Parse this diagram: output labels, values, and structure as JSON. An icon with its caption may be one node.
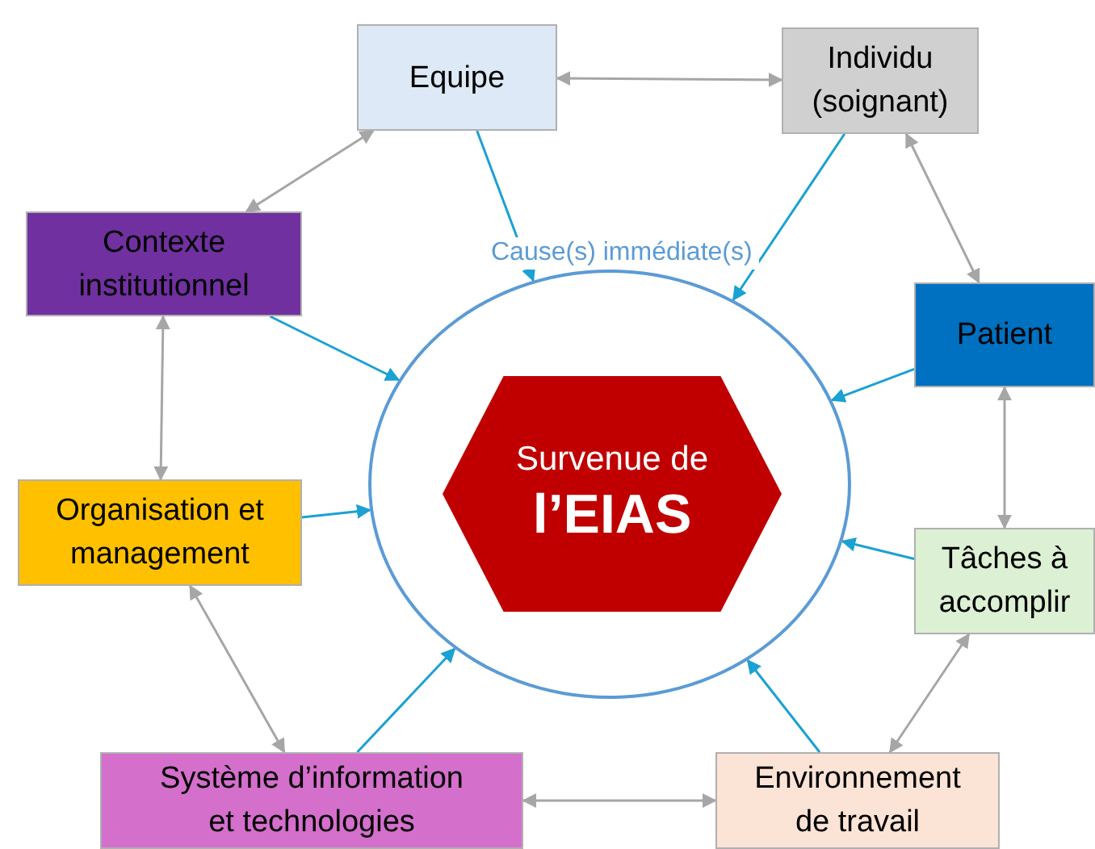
{
  "diagram": {
    "nodes": [
      {
        "text": [
          "Equipe"
        ]
      },
      {
        "text": [
          "Individu (soignant)"
        ]
      },
      {
        "text": [
          "Contexte institutionnel"
        ]
      },
      {
        "text": [
          "Patient"
        ]
      },
      {
        "text": [
          "Organisation et management"
        ]
      },
      {
        "text": [
          "Tâches à accomplir"
        ]
      },
      {
        "text": [
          "Système d’information et technologies"
        ]
      },
      {
        "text": [
          "Environnement de travail"
        ]
      },
      {
        "text": [
          "Cause(s) immédiate(s)"
        ]
      },
      {
        "text": [
          "Survenue de",
          "l’EIAS"
        ],
        "in": 8
      }
    ],
    "edges": [
      {
        "from": 0,
        "to": 1,
        "arrow": "both",
        "color": "#a6a6a6"
      },
      {
        "from": 0,
        "to": 2,
        "arrow": "both",
        "color": "#a6a6a6"
      },
      {
        "from": 1,
        "to": 3,
        "arrow": "both",
        "color": "#a6a6a6"
      },
      {
        "from": 2,
        "to": 4,
        "arrow": "both",
        "color": "#a6a6a6"
      },
      {
        "from": 3,
        "to": 5,
        "arrow": "both",
        "color": "#a6a6a6"
      },
      {
        "from": 4,
        "to": 6,
        "arrow": "both",
        "color": "#a6a6a6"
      },
      {
        "from": 5,
        "to": 7,
        "arrow": "both",
        "color": "#a6a6a6"
      },
      {
        "from": 6,
        "to": 7,
        "arrow": "both",
        "color": "#a6a6a6"
      },
      {
        "from": 0,
        "to": 8,
        "arrow": "to",
        "color": "#1ba1d2"
      },
      {
        "from": 1,
        "to": 8,
        "arrow": "to",
        "color": "#1ba1d2"
      },
      {
        "from": 2,
        "to": 8,
        "arrow": "to",
        "color": "#1ba1d2"
      },
      {
        "from": 3,
        "to": 8,
        "arrow": "to",
        "color": "#1ba1d2"
      },
      {
        "from": 4,
        "to": 8,
        "arrow": "to",
        "color": "#1ba1d2"
      },
      {
        "from": 5,
        "to": 8,
        "arrow": "to",
        "color": "#1ba1d2"
      },
      {
        "from": 6,
        "to": 8,
        "arrow": "to",
        "color": "#1ba1d2"
      },
      {
        "from": 7,
        "to": 8,
        "arrow": "to",
        "color": "#1ba1d2"
      }
    ]
  }
}
